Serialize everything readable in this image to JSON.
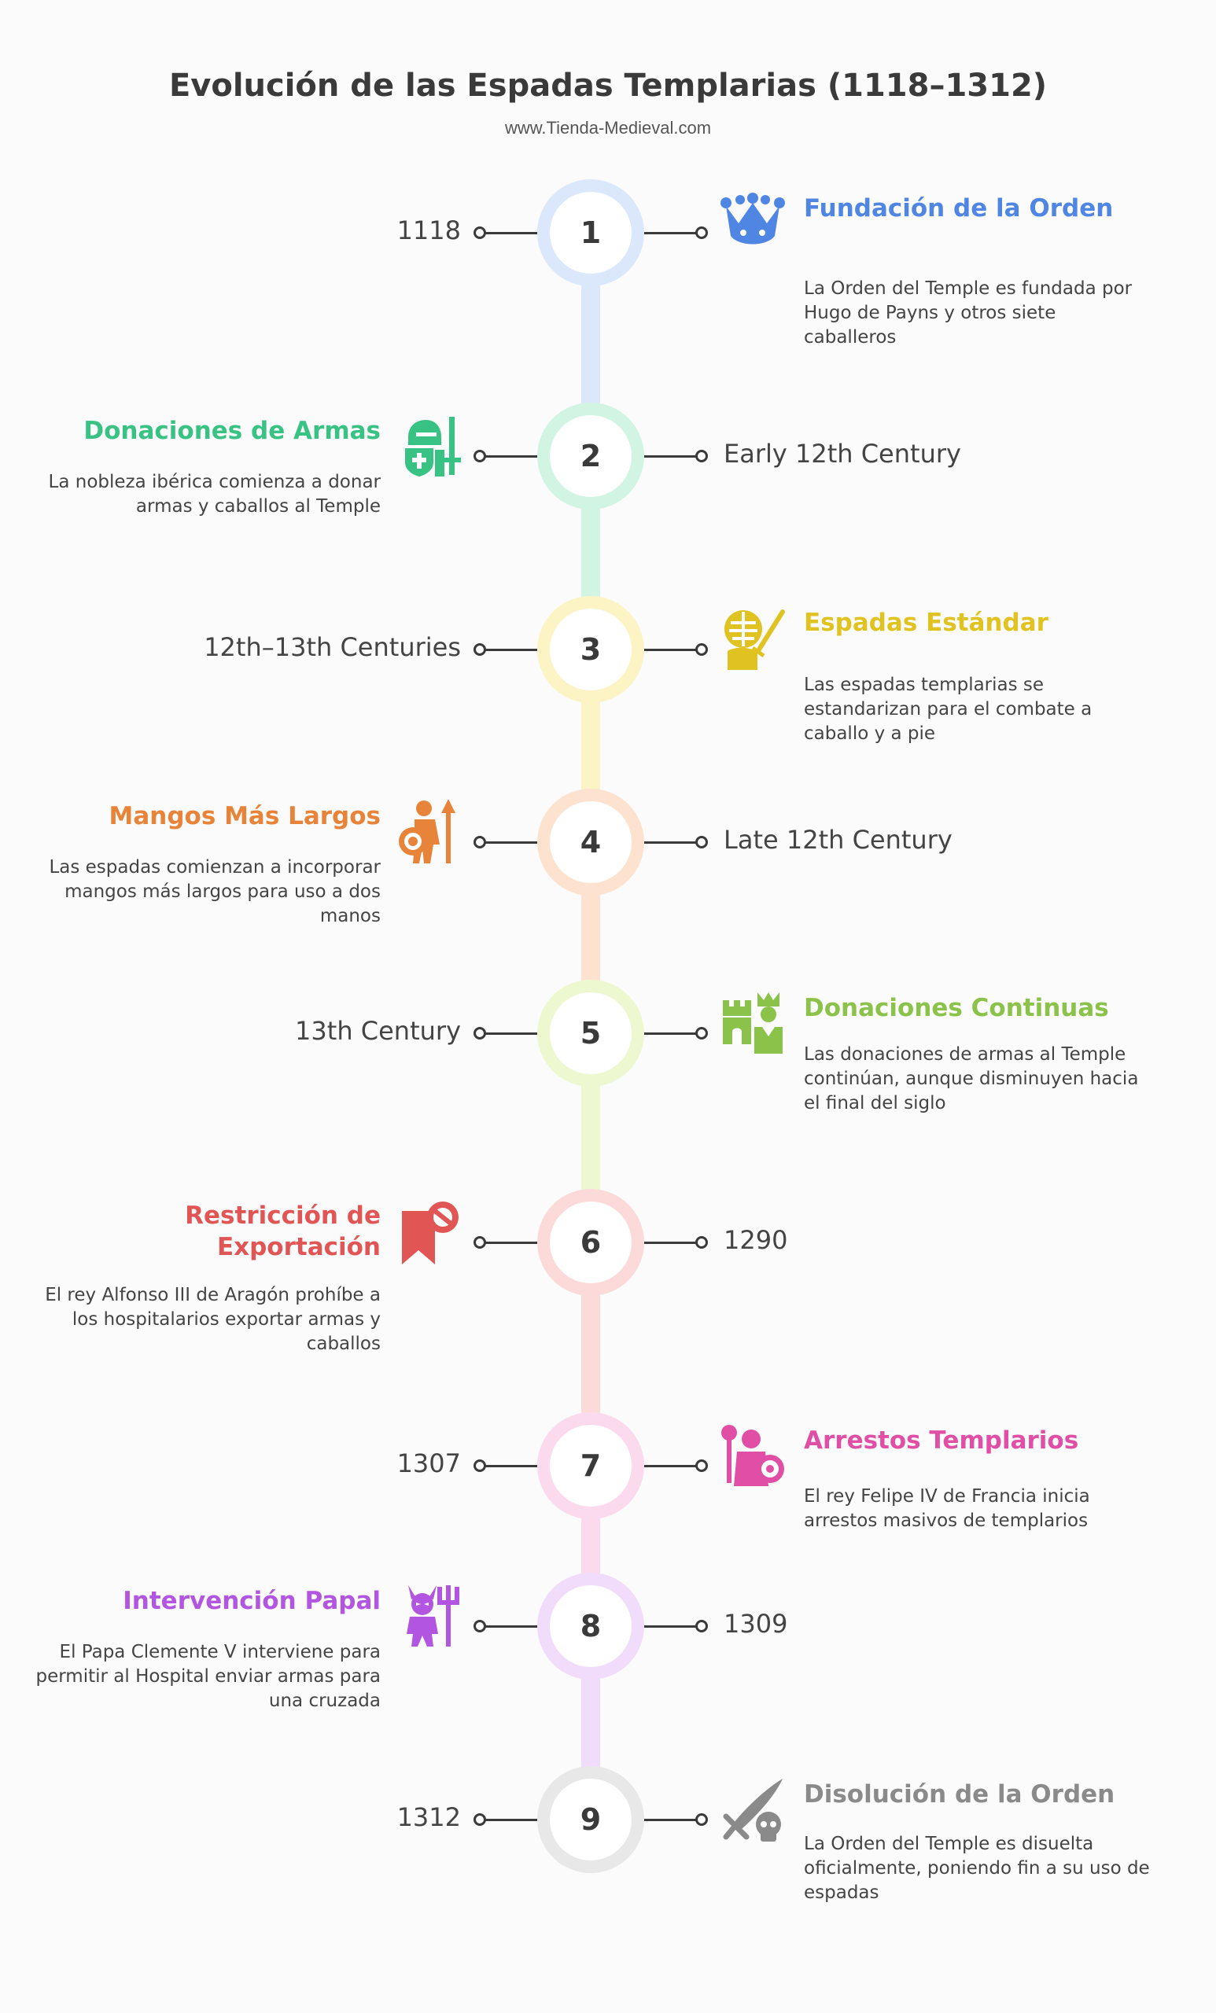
{
  "title": "Evolución de las Espadas Templarias (1118–1312)",
  "subtitle": "www.Tienda-Medieval.com",
  "events": [
    {
      "number": "1",
      "date": "1118",
      "title": "Fundación de la Orden",
      "description": "La Orden del Temple es fundada por Hugo de Payns y otros siete caballeros",
      "color": "#4f86e4",
      "ring": "#dbe7fb",
      "icon": "crown-icon"
    },
    {
      "number": "2",
      "date": "Early 12th Century",
      "title": "Donaciones de Armas",
      "description": "La nobleza ibérica comienza a donar armas y caballos al Temple",
      "color": "#38c283",
      "ring": "#d2f5e3",
      "icon": "knight-sword-icon"
    },
    {
      "number": "3",
      "date": "12th–13th Centuries",
      "title": "Espadas Estándar",
      "description": "Las espadas templarias se estandarizan para el combate a caballo y a pie",
      "color": "#e0c320",
      "ring": "#fcf4c5",
      "icon": "fencing-icon"
    },
    {
      "number": "4",
      "date": "Late 12th Century",
      "title": "Mangos Más Largos",
      "description": "Las espadas comienzan a incorporar mangos más largos para uso a dos manos",
      "color": "#e8843a",
      "ring": "#fde3cf",
      "icon": "warrior-spear-icon"
    },
    {
      "number": "5",
      "date": "13th Century",
      "title": "Donaciones Continuas",
      "description": "Las donaciones de armas al Temple continúan, aunque disminuyen hacia el final del siglo",
      "color": "#8bc34a",
      "ring": "#eef8d0",
      "icon": "castle-king-icon"
    },
    {
      "number": "6",
      "date": "1290",
      "title": "Restricción de Exportación",
      "description": "El rey Alfonso III de Aragón prohíbe a los hospitalarios exportar armas y caballos",
      "color": "#e25555",
      "ring": "#fcdada",
      "icon": "bookmark-ban-icon"
    },
    {
      "number": "7",
      "date": "1307",
      "title": "Arrestos Templarios",
      "description": "El rey Felipe IV de Francia inicia arrestos masivos de templarios",
      "color": "#e04fa5",
      "ring": "#fbdaee",
      "icon": "guard-shield-icon"
    },
    {
      "number": "8",
      "date": "1309",
      "title": "Intervención Papal",
      "description": "El Papa Clemente V interviene para permitir al Hospital enviar armas para una cruzada",
      "color": "#b255e0",
      "ring": "#f2dcfb",
      "icon": "devil-trident-icon"
    },
    {
      "number": "9",
      "date": "1312",
      "title": "Disolución de la Orden",
      "description": "La Orden del Temple es disuelta oficialmente, poniendo fin a su uso de espadas",
      "color": "#8a8a8a",
      "ring": "#e8e8e8",
      "icon": "skull-sword-icon"
    }
  ]
}
